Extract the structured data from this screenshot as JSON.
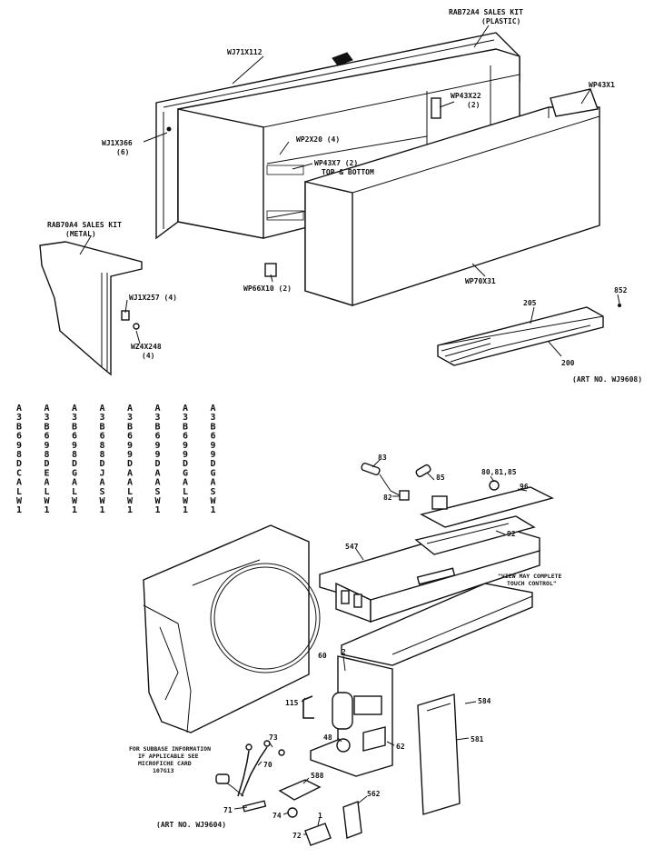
{
  "upper_labels": {
    "sales_kit_plastic_1": "RAB72A4 SALES KIT",
    "sales_kit_plastic_2": "(PLASTIC)",
    "wj71x112": "WJ71X112",
    "wp43x1": "WP43X1",
    "wp43x22_1": "WP43X22",
    "wp43x22_2": "(2)",
    "wj1x366_1": "WJ1X366",
    "wj1x366_2": "(6)",
    "wp2x20": "WP2X20 (4)",
    "wp43x7_1": "WP43X7 (2)",
    "wp43x7_2": "TOP & BOTTOM",
    "sales_kit_metal_1": "RAB70A4 SALES KIT",
    "sales_kit_metal_2": "(METAL)",
    "wj1x257": "WJ1X257 (4)",
    "wz4x248_1": "WZ4X248",
    "wz4x248_2": "(4)",
    "wp66x10": "WP66X10 (2)",
    "wp70x31": "WP70X31",
    "n205": "205",
    "n852": "852",
    "n200": "200",
    "art_upper": "(ART NO. WJ9608)"
  },
  "model_codes": [
    [
      "A",
      "3",
      "B",
      "6",
      "9",
      "8",
      "D",
      "C",
      "A",
      "L",
      "W",
      "1"
    ],
    [
      "A",
      "3",
      "B",
      "6",
      "9",
      "8",
      "D",
      "E",
      "A",
      "L",
      "W",
      "1"
    ],
    [
      "A",
      "3",
      "B",
      "6",
      "9",
      "8",
      "D",
      "G",
      "A",
      "L",
      "W",
      "1"
    ],
    [
      "A",
      "3",
      "B",
      "6",
      "8",
      "8",
      "D",
      "J",
      "A",
      "S",
      "W",
      "1"
    ],
    [
      "A",
      "3",
      "B",
      "6",
      "9",
      "9",
      "D",
      "A",
      "A",
      "L",
      "W",
      "1"
    ],
    [
      "A",
      "3",
      "B",
      "6",
      "9",
      "9",
      "D",
      "A",
      "A",
      "S",
      "W",
      "1"
    ],
    [
      "A",
      "3",
      "B",
      "6",
      "9",
      "9",
      "D",
      "G",
      "A",
      "L",
      "W",
      "1"
    ],
    [
      "A",
      "3",
      "B",
      "6",
      "9",
      "9",
      "D",
      "G",
      "A",
      "S",
      "W",
      "1"
    ]
  ],
  "lower_labels": {
    "n83": "83",
    "n85": "85",
    "n82": "82",
    "n80": "80,81,85",
    "n96": "96",
    "n92": "92",
    "n547": "547",
    "note_1": "\"VIEW MAY COMPLETE",
    "note_2": "TOUCH CONTROL\"",
    "n2": "2",
    "n60": "60",
    "n115": "115",
    "n584": "584",
    "n581": "581",
    "n48": "48",
    "n62": "62",
    "n73": "73",
    "n70": "70",
    "n588": "588",
    "n71": "71",
    "n74": "74",
    "n562": "562",
    "n1": "1",
    "n72": "72",
    "subbase_1": "FOR SUBBASE INFORMATION",
    "subbase_2": "IF APPLICABLE SEE",
    "subbase_3": "MICROFICHE CARD",
    "subbase_4": "107G13",
    "art_lower": "(ART NO. WJ9604)"
  }
}
